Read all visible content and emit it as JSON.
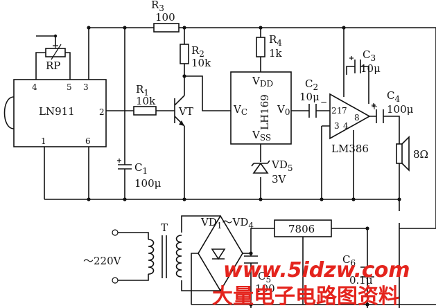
{
  "labels": {
    "r3": "R",
    "r3_sub": "3",
    "r3_val": "100",
    "r2": "R",
    "r2_sub": "2",
    "r2_val": "10k",
    "r4": "R",
    "r4_sub": "4",
    "r4_val": "1k",
    "r1": "R",
    "r1_sub": "1",
    "r1_val": "10k",
    "rp": "RP",
    "vt": "VT",
    "c1": "C",
    "c1_sub": "1",
    "c1_val": "100μ",
    "c2": "C",
    "c2_sub": "2",
    "c2_val": "10μ",
    "c3": "C",
    "c3_sub": "3",
    "c3_val": "10μ",
    "c4": "C",
    "c4_sub": "4",
    "c4_val": "100μ",
    "vd5": "VD",
    "vd5_sub": "5",
    "vd5_val": "3V",
    "spk_val": "8Ω",
    "vd1_4": "VD",
    "vd1_sub": "1",
    "tilde": "～VD",
    "vd4_sub": "4",
    "t": "T",
    "mains": "～220V",
    "reg": "7806",
    "c5": "C",
    "c5_sub": "5",
    "c5_val": "100",
    "c6": "C",
    "c6_sub": "6",
    "c6_val": "0.1μ"
  },
  "ic1": {
    "name": "LN911",
    "pin4": "4",
    "pin5": "5",
    "pin3": "3",
    "pin2": "2",
    "pin1": "1",
    "pin6": "6"
  },
  "ic2": {
    "name": "LH169",
    "vdd": "V",
    "vdd_sub": "DD",
    "vc": "V",
    "vc_sub": "C",
    "vo": "V",
    "vo_sub": "0",
    "vss": "V",
    "vss_sub": "SS"
  },
  "ic3": {
    "name": "LM386",
    "pin2": "2",
    "pin1": "1",
    "pin7": "7",
    "pin3": "3",
    "pin4": "4",
    "pin8": "8",
    "minus": "−",
    "plus": "+"
  },
  "watermark": {
    "url": "www.5idzw.com",
    "cn": "大量电子电路图资料"
  },
  "colors": {
    "ink": "#111111",
    "watermark": "#e4241d"
  }
}
